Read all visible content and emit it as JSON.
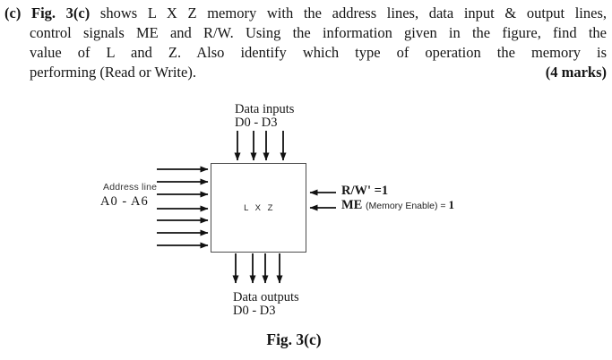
{
  "question": {
    "item_label": "(c)",
    "line1_bold": "Fig. 3(c)",
    "line1_rest": "shows L X Z memory with the address lines, data input & output lines,",
    "line2": "control signals ME and R/W. Using the information given in the figure, find the",
    "line3": "value of L and Z. Also identify which type of operation the memory is",
    "line4": "performing (Read or Write).",
    "marks": "(4 marks)"
  },
  "diagram": {
    "data_inputs": {
      "label": "Data inputs",
      "range": "D0 - D3",
      "count": 4
    },
    "data_outputs": {
      "label": "Data outputs",
      "range": "D0 - D3",
      "count": 4
    },
    "address_bus": {
      "label": "Address line",
      "range": "A0 - A6",
      "count": 7
    },
    "memory_block": {
      "label": "L X Z"
    },
    "control_signals": [
      {
        "name": "R/W' =1"
      },
      {
        "name_bold": "ME",
        "name_detail": "(Memory Enable) = ",
        "value": "1"
      }
    ],
    "caption": "Fig. 3(c)"
  },
  "colors": {
    "ink": "#111111",
    "box_border": "#4d4d4d",
    "background": "#ffffff"
  }
}
